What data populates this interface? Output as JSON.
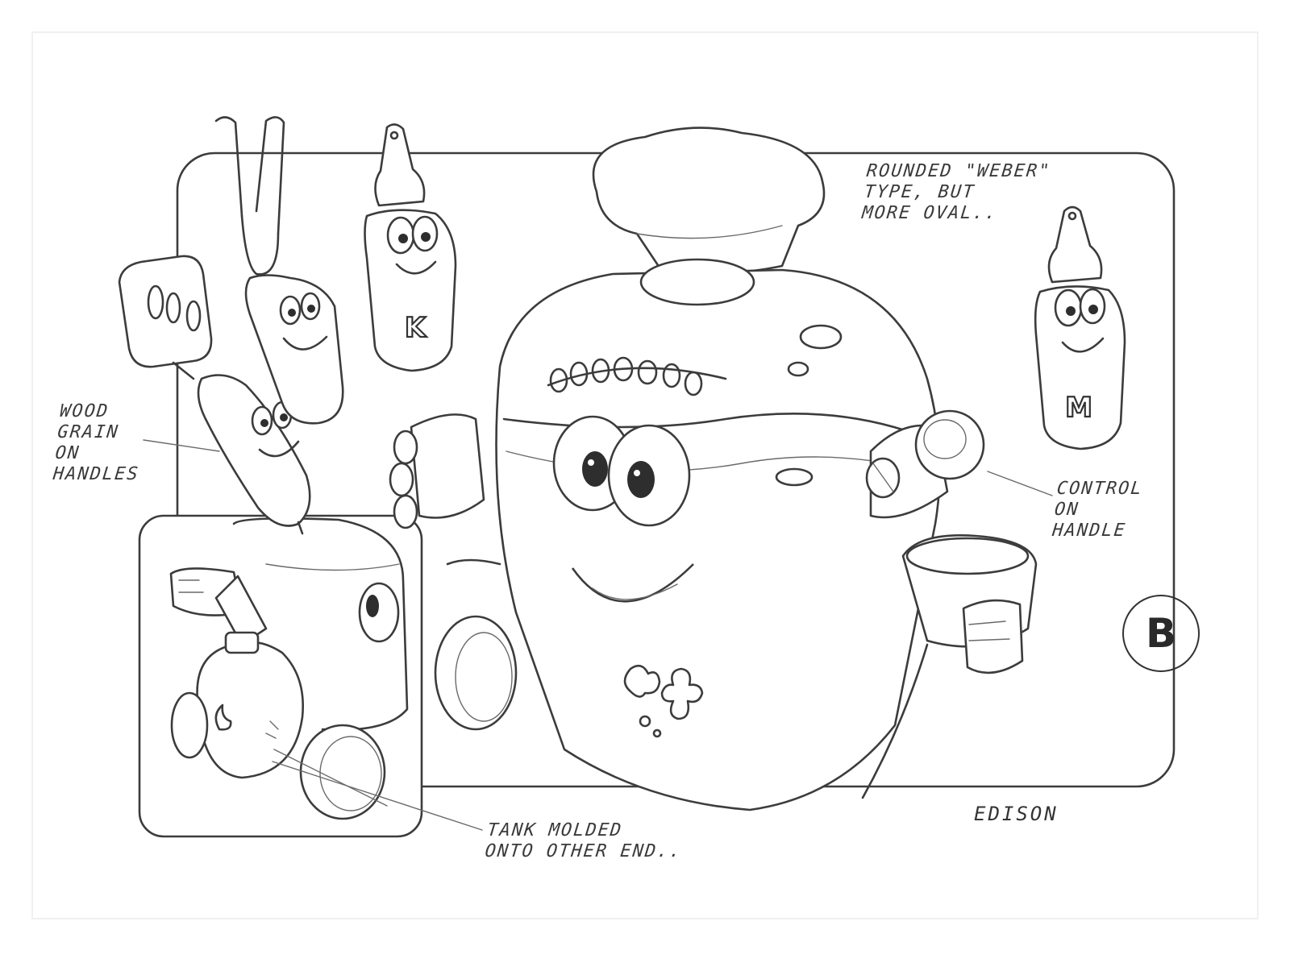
{
  "annotations": {
    "grill_shape": [
      "ROUNDED \"WEBER\"",
      "TYPE, BUT",
      "MORE OVAL.."
    ],
    "wood_grain": [
      "WOOD",
      "GRAIN",
      "ON",
      "HANDLES"
    ],
    "control": [
      "CONTROL",
      "ON",
      "HANDLE"
    ],
    "tank": [
      "TANK MOLDED",
      "ONTO OTHER END.."
    ]
  },
  "signature": "EDISON",
  "variant_badge": "B",
  "bottle_letters": {
    "ketchup": "K",
    "mustard": "M"
  }
}
